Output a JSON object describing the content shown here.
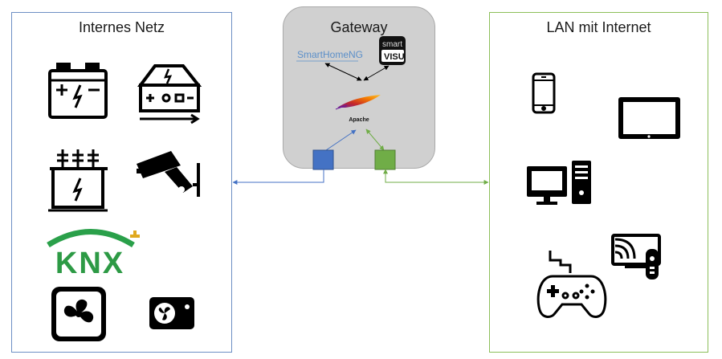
{
  "left_panel": {
    "title": "Internes Netz"
  },
  "right_panel": {
    "title": "LAN mit Internet"
  },
  "gateway": {
    "title": "Gateway",
    "smarthome_logo": "SmartHomeNG",
    "smartvisu_logo_top": "smart",
    "smartvisu_logo_bottom": "VISU",
    "apache_label": "Apache"
  },
  "knx_logo": "KNX",
  "colors": {
    "left_border": "#6d8fc4",
    "right_border": "#8cbf5a",
    "blue_port": "#4472c4",
    "green_port": "#70ad47",
    "gateway_bg": "#d0d0d0"
  },
  "icons": {
    "left": [
      "battery-icon",
      "solar-storage-icon",
      "transformer-icon",
      "security-camera-icon",
      "knx-logo",
      "fan-icon",
      "heat-pump-icon"
    ],
    "right": [
      "smartphone-icon",
      "tablet-icon",
      "desktop-computer-icon",
      "game-controller-icon",
      "smart-tv-icon"
    ]
  }
}
